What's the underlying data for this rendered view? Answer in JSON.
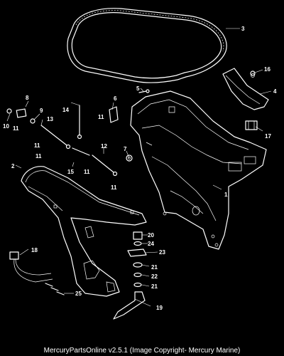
{
  "footer": "MercuryPartsOnline v2.5.1 (Image Copyright- Mercury Marine)",
  "callouts": [
    "1",
    "2",
    "3",
    "4",
    "5",
    "6",
    "7",
    "8",
    "9",
    "10",
    "11",
    "11",
    "11",
    "11",
    "11",
    "11",
    "12",
    "13",
    "14",
    "15",
    "16",
    "17",
    "18",
    "19",
    "20",
    "21",
    "21",
    "22",
    "23",
    "24",
    "25"
  ]
}
